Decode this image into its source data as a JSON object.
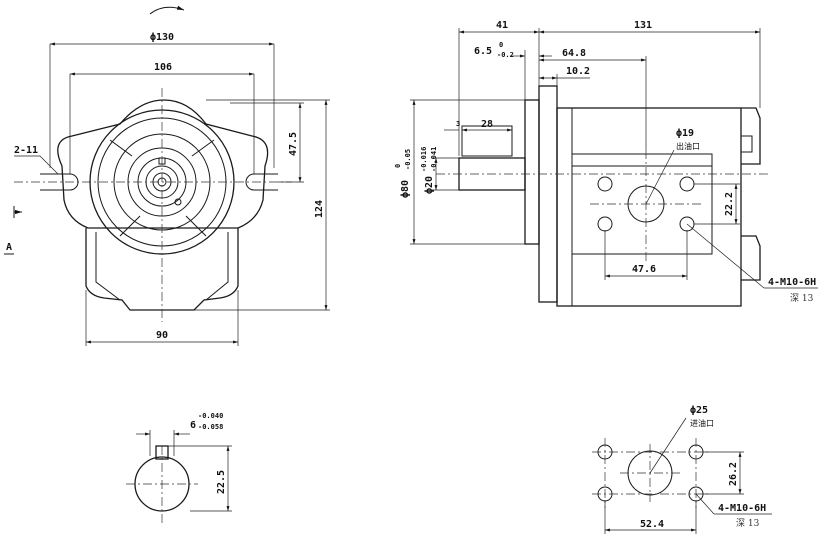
{
  "front_view": {
    "dia_130": "ϕ130",
    "dim_106": "106",
    "dim_90": "90",
    "dim_124": "124",
    "dim_47_5": "47.5",
    "dim_2_11": "2-11",
    "section_mark": "A"
  },
  "side_view": {
    "dim_41": "41",
    "dim_131": "131",
    "dim_6_5": "6.5",
    "tol_6_5_upper": "0",
    "tol_6_5_lower": "-0.2",
    "dim_64_8": "64.8",
    "dim_10_2": "10.2",
    "dim_3": "3",
    "dim_28": "28",
    "dia_80": "ϕ80",
    "tol_80_upper": "0",
    "tol_80_lower": "-0.05",
    "dia_20": "ϕ20",
    "tol_20_upper": "-0.016",
    "tol_20_lower": "-0.041",
    "outlet_dia": "ϕ19",
    "outlet_label": "出油口",
    "dim_22_2": "22.2",
    "dim_47_6": "47.6",
    "thread_callout": "4-M10-6H",
    "thread_depth": "深 13"
  },
  "key_section": {
    "dim_6": "6",
    "tol_6_upper": "-0.040",
    "tol_6_lower": "-0.058",
    "dim_22_5": "22.5"
  },
  "inlet_view": {
    "inlet_dia": "ϕ25",
    "inlet_label": "进油口",
    "dim_26_2": "26.2",
    "dim_52_4": "52.4",
    "thread_callout": "4-M10-6H",
    "thread_depth": "深 13"
  }
}
